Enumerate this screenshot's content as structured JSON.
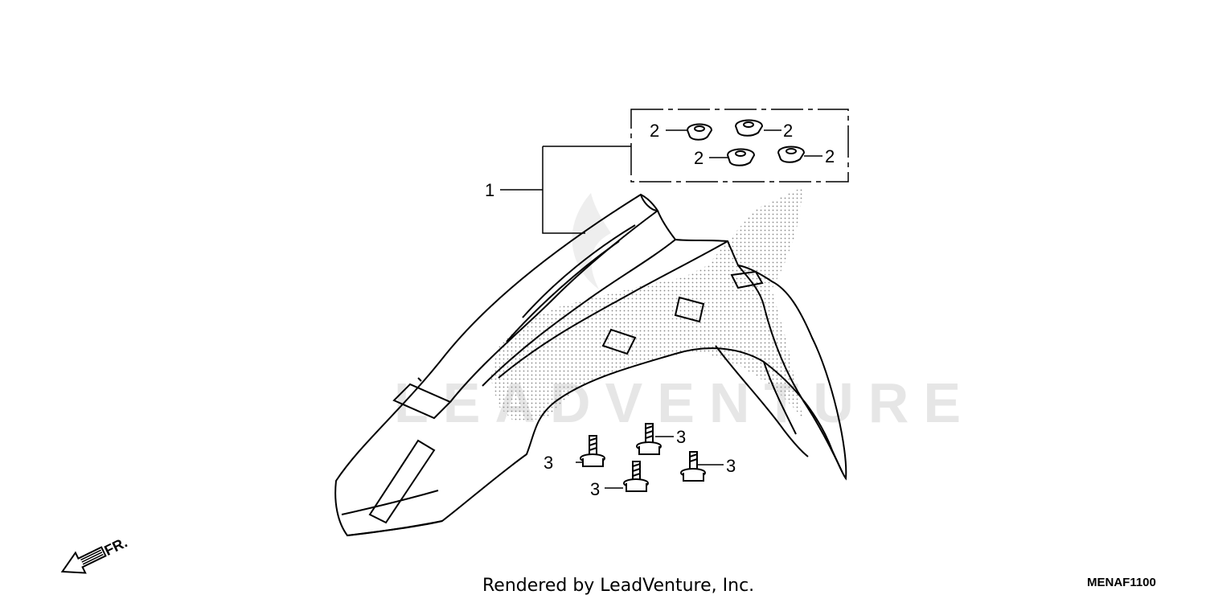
{
  "callouts": {
    "fender": "1",
    "grommet": "2",
    "bolt": "3"
  },
  "watermark": "LEADVENTURE",
  "front_indicator": "FR.",
  "footer": {
    "credit": "Rendered by LeadVenture, Inc.",
    "code": "MENAF1100"
  },
  "colors": {
    "line": "#000000",
    "stipple": "#8a8a8a",
    "watermark": "#e6e6e6"
  }
}
